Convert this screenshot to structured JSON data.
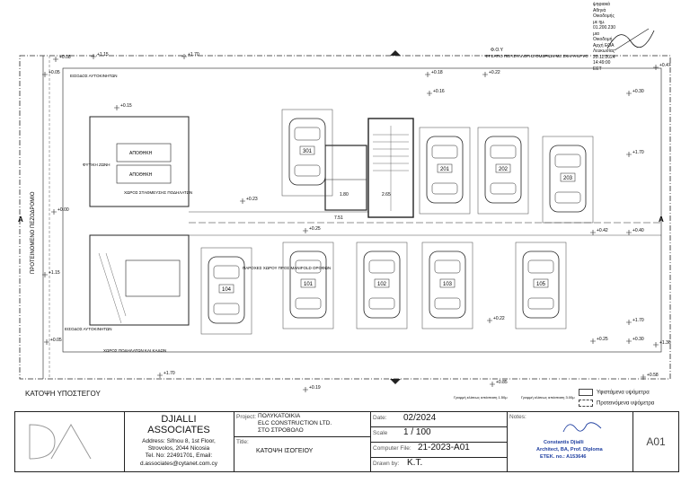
{
  "stamp": {
    "lines": [
      "ψηφιακά",
      "Αθηνά",
      "Οικοδομής",
      "με ημ.",
      "01.200.230",
      "μια",
      "Οικοδομή",
      "Αρχή ΕΟΑ",
      "Λευκωσίας",
      "20.11.2024",
      "14:49:00",
      "EET"
    ]
  },
  "drawing_title": "ΚΑΤΟΨΗ ΥΠΟΣΤΕΓΟΥ",
  "legend": [
    {
      "code": "XXX",
      "text": "Υφιστάμενα υψόμετρα"
    },
    {
      "code": "XXX",
      "text": "Προτεινόμενα υψόμετρα"
    }
  ],
  "plan_labels": {
    "street": "ΠΡΟΤΕΙΝΟΜΕΝΟ ΠΕΖΟΔΡΟΜΙΟ",
    "entry_top": "ΕΙΣΟΔΟΣ ΑΥΤΟΚΙΝΗΤΩΝ",
    "entry_bottom": "ΕΙΣΟΔΟΣ ΑΥΤΟΚΙΝΗΤΩΝ",
    "fou_top": "Φ.Ο.Υ",
    "drain_note": "ΦΡΕΑΤΙΟ ΠΕΡΙΣΥΛΛΟΓΗΣ ΟΜΒΡΙΩΝ ΜΕ ΣΧΑΡΑ UPVC",
    "planting": "ΦΥΤΙΚΗ ΖΩΝΗ",
    "pillar_note": "ΧΩΡΟΣ ΣΤΑΘΜΕΥΣΗΣ ΠΟΔΗΛΑΤΩΝ",
    "waste_note": "ΧΩΡΟΣ ΠΟΔΗΛΑΤΩΝ ΚΑΙ ΚΑΔΩΝ",
    "pipes_note": "ΠΑΡΟΧΕΣ ΧΩΡΟΥ ΠΡΟΣ MANIFOLD ΟΡΟΦΩΝ",
    "storage_a": "ΑΠΟΘΗΚΗ",
    "storage_b": "ΑΠΟΘΗΚΗ",
    "section_a": "A",
    "section_b": "A",
    "levels": [
      "+0.08",
      "+1.15",
      "+1.70",
      "+0.18",
      "+0.22",
      "+0.47",
      "+0.05",
      "+0.15",
      "+0.16",
      "+0.30",
      "+1.70",
      "+0.23",
      "+0.00",
      "+0.25",
      "+0.42",
      "+0.40",
      "+1.15",
      "+0.22",
      "+1.70",
      "+0.05",
      "+0.25",
      "+0.30",
      "+1.36",
      "+1.70",
      "+0.19",
      "+0.58",
      "+0.85"
    ],
    "parking": [
      "101",
      "102",
      "103",
      "104",
      "105",
      "201",
      "202",
      "203",
      "301"
    ],
    "dim_1": "1.80",
    "dim_2": "2.65",
    "dim_3": "7.51",
    "slope_1": "Γραμμή κλίσεως απόσταση 1.50μ",
    "slope_2": "Γραμμή κλίσεως απόσταση 3.00μ"
  },
  "title_block": {
    "firm_name_1": "DJIALLI",
    "firm_name_2": "ASSOCIATES",
    "address_1": "Address: Sifnou 8, 1st Floor,",
    "address_2": "Strovolos, 2044 Nicosia",
    "tel": "Tel. No: 22491701, Email:",
    "email": "d.associates@cytanet.com.cy",
    "project_label": "Project:",
    "project_1": "ΠΟΛΥΚΑΤΟΙΚΙΑ",
    "project_2": "ELC CONSTRUCTION LTD.",
    "project_3": "ΣΤΟ ΣΤΡΟΒΟΛΟ",
    "title_label": "Title:",
    "title_value": "ΚΑΤΟΨΗ ΙΣΟΓΕΙΟΥ",
    "date_label": "Date:",
    "date_value": "02/2024",
    "scale_label": "Scale",
    "scale_value": "1 / 100",
    "file_label": "Computer File:",
    "file_value": "21-2023-A01",
    "drawn_label": "Drawn by:",
    "drawn_value": "K.T.",
    "notes_label": "Notes:",
    "architect_1": "Constantis Djialli",
    "architect_2": "Architect, BA, Prof. Diploma",
    "architect_3": "ETEK. no.: A153646",
    "sheet_no": "A01"
  },
  "colors": {
    "line": "#222222",
    "blue": "#1f3fa0",
    "grey": "#888888"
  }
}
